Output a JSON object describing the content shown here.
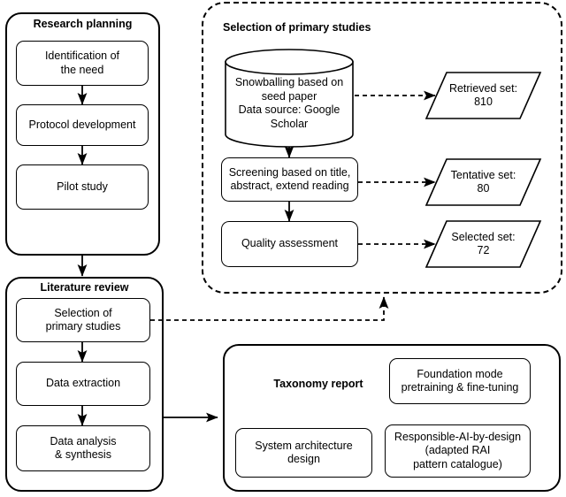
{
  "diagram": {
    "title": "Systematic literature review methodology flowchart",
    "colors": {
      "stroke": "#000000",
      "fill": "#ffffff",
      "text": "#000000"
    }
  },
  "groups": {
    "research_planning": {
      "title": "Research planning",
      "nodes": [
        {
          "label": "Identification of\nthe need",
          "shape": "rounded-rect"
        },
        {
          "label": "Protocol development",
          "shape": "rounded-rect"
        },
        {
          "label": "Pilot study",
          "shape": "rounded-rect"
        }
      ]
    },
    "selection_of_primary_studies": {
      "title": "Selection of primary studies",
      "border": "dashed",
      "nodes": [
        {
          "label": "Snowballing based on\nseed paper\nData source: Google\nScholar",
          "shape": "cylinder"
        },
        {
          "label": "Screening based on title,\nabstract, extend reading",
          "shape": "rounded-rect"
        },
        {
          "label": "Quality assessment",
          "shape": "rounded-rect"
        }
      ],
      "outputs": [
        {
          "label": "Retrieved set:\n810",
          "shape": "parallelogram",
          "name": "Retrieved set",
          "count": 810
        },
        {
          "label": "Tentative set:\n80",
          "shape": "parallelogram",
          "name": "Tentative set",
          "count": 80
        },
        {
          "label": "Selected set:\n72",
          "shape": "parallelogram",
          "name": "Selected set",
          "count": 72
        }
      ]
    },
    "literature_review": {
      "title": "Literature review",
      "nodes": [
        {
          "label": "Selection of\nprimary studies",
          "shape": "rounded-rect"
        },
        {
          "label": "Data extraction",
          "shape": "rounded-rect"
        },
        {
          "label": "Data analysis\n& synthesis",
          "shape": "rounded-rect"
        }
      ]
    },
    "taxonomy_report": {
      "title": "Taxonomy report",
      "nodes": [
        {
          "label": "Foundation mode\npretraining & fine-tuning",
          "shape": "rounded-rect"
        },
        {
          "label": "System architecture\ndesign",
          "shape": "rounded-rect"
        },
        {
          "label": "Responsible-AI-by-design\n(adapted RAI\npattern catalogue)",
          "shape": "rounded-rect"
        }
      ]
    }
  },
  "connectors": [
    {
      "from": "Identification of the need",
      "to": "Protocol development",
      "style": "solid",
      "arrow": true
    },
    {
      "from": "Protocol development",
      "to": "Pilot study",
      "style": "solid",
      "arrow": true
    },
    {
      "from": "Research planning",
      "to": "Literature review",
      "style": "solid",
      "arrow": true
    },
    {
      "from": "Snowballing based on seed paper",
      "to": "Retrieved set: 810",
      "style": "dashed",
      "arrow": true
    },
    {
      "from": "Snowballing based on seed paper",
      "to": "Screening based on title, abstract, extend reading",
      "style": "solid",
      "arrow": true
    },
    {
      "from": "Screening based on title, abstract, extend reading",
      "to": "Tentative set: 80",
      "style": "dashed",
      "arrow": true
    },
    {
      "from": "Screening based on title, abstract, extend reading",
      "to": "Quality assessment",
      "style": "solid",
      "arrow": true
    },
    {
      "from": "Quality assessment",
      "to": "Selected set: 72",
      "style": "dashed",
      "arrow": true
    },
    {
      "from": "Selection of primary studies",
      "to": "Selection of primary studies group",
      "style": "dashed",
      "arrow": true
    },
    {
      "from": "Selection of primary studies",
      "to": "Data extraction",
      "style": "solid",
      "arrow": true
    },
    {
      "from": "Data extraction",
      "to": "Data analysis & synthesis",
      "style": "solid",
      "arrow": true
    },
    {
      "from": "Literature review",
      "to": "Taxonomy report",
      "style": "solid",
      "arrow": true
    }
  ]
}
